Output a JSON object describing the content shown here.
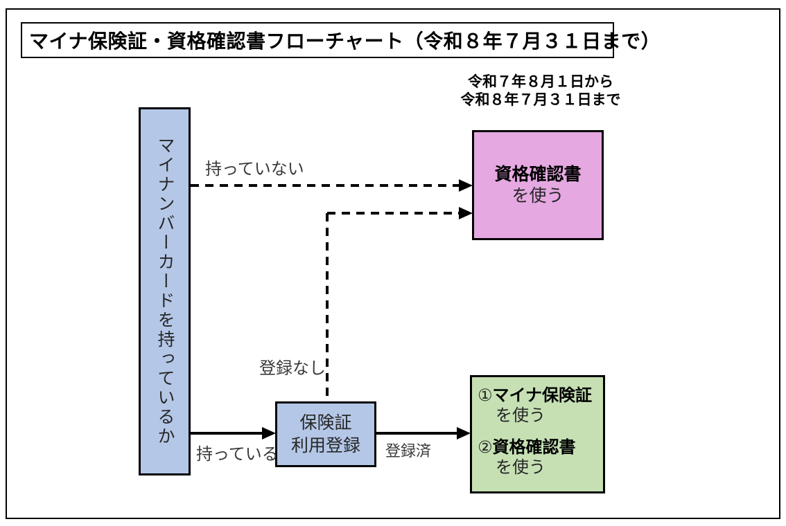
{
  "title": "マイナ保険証・資格確認書フローチャート（令和８年７月３１日まで）",
  "period_note": {
    "line1": "令和７年８月１日から",
    "line2": "令和８年７月３１日まで"
  },
  "nodes": {
    "mynumber_question": {
      "label": "マイナンバーカードを持っているか"
    },
    "registration": {
      "line1": "保険証",
      "line2": "利用登録"
    },
    "certificate": {
      "title": "資格確認書",
      "action": "を使う"
    },
    "outcome": {
      "items": [
        {
          "num": "①",
          "title": "マイナ保険証",
          "action": "を使う"
        },
        {
          "num": "②",
          "title": "資格確認書",
          "action": "を使う"
        }
      ]
    }
  },
  "edges": {
    "not_have": "持っていない",
    "have": "持っている",
    "not_registered": "登録なし",
    "registered": "登録済"
  },
  "colors": {
    "node_blue": "#B4C7E7",
    "node_pink": "#E5A8E1",
    "node_green": "#C6E0B4",
    "line": "#000000"
  }
}
